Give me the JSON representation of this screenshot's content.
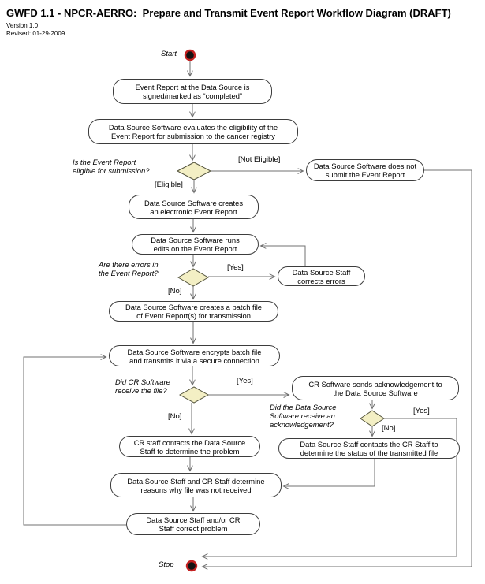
{
  "header": {
    "title": "GWFD 1.1 - NPCR-AERRO:  Prepare and Transmit Event Report Workflow Diagram (DRAFT)",
    "version": "Version 1.0",
    "revised": "Revised: 01-29-2009"
  },
  "terminators": {
    "start": "Start",
    "stop": "Stop"
  },
  "nodes": {
    "signed_completed": "Event Report at the Data Source is\nsigned/marked as “completed”",
    "evaluates_eligibility": "Data Source Software evaluates the eligibility of the\nEvent Report for submission to the cancer registry",
    "does_not_submit": "Data Source Software does not\nsubmit the Event Report",
    "creates_electronic_report": "Data Source Software creates\nan electronic Event Report",
    "runs_edits": "Data Source Software runs\nedits on the Event Report",
    "corrects_errors": "Data Source Staff\ncorrects errors",
    "creates_batch_file": "Data Source Software creates a batch file\nof Event Report(s) for transmission",
    "encrypts_transmits": "Data Source Software encrypts batch file\nand transmits it via a secure connection",
    "sends_acknowledgement": "CR Software sends acknowledgement to\nthe Data Source Software",
    "contacts_cr_staff": "Data Source Staff contacts the CR Staff to\ndetermine the status of the transmitted file",
    "cr_staff_contacts": "CR staff contacts the Data Source\nStaff to determine the problem",
    "determine_reasons": "Data Source Staff and CR Staff determine\nreasons why file was not received",
    "correct_problem": "Data Source Staff and/or CR\nStaff correct problem"
  },
  "decisions": {
    "eligible_question": "Is the Event Report\neligible for submission?",
    "errors_question": "Are there errors in\nthe Event Report?",
    "received_file_question": "Did CR Software\nreceive the file?",
    "received_ack_question": "Did the Data Source\nSoftware receive an\nacknowledgement?"
  },
  "guards": {
    "not_eligible": "[Not Eligible]",
    "eligible": "[Eligible]",
    "yes": "[Yes]",
    "no": "[No]"
  },
  "colors": {
    "diamond_fill": "#F3EFC4",
    "diamond_stroke": "#55553E",
    "line": "#707070",
    "node_border": "#3d3d3d",
    "terminator_fill": "#141414",
    "terminator_ring": "#C42222"
  }
}
